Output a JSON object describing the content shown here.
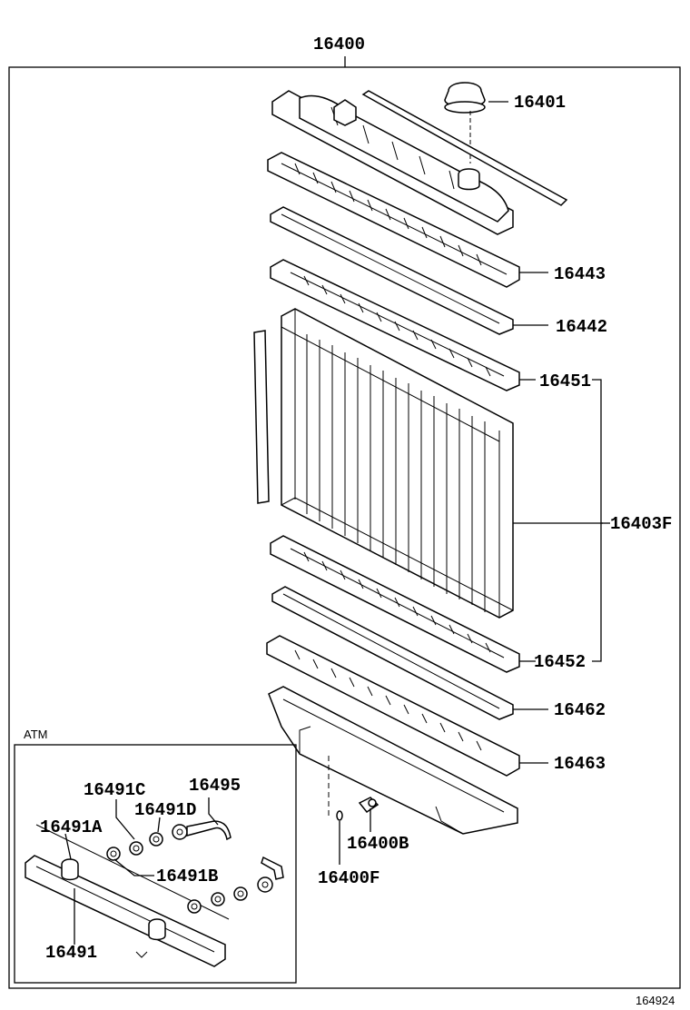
{
  "labels": {
    "assembly": "16400",
    "cap": "16401",
    "upper_tank": "16443",
    "upper_gasket": "16442",
    "upper_plate": "16451",
    "core": "16403F",
    "lower_plate": "16452",
    "lower_gasket": "16462",
    "lower_tank": "16463",
    "drain_cock": "16400B",
    "drain_plug": "16400F",
    "atm_title": "ATM",
    "atm_c": "16491C",
    "atm_pipe": "16495",
    "atm_d": "16491D",
    "atm_a": "16491A",
    "atm_b": "16491B",
    "atm_cooler": "16491",
    "figure_id": "164924"
  }
}
